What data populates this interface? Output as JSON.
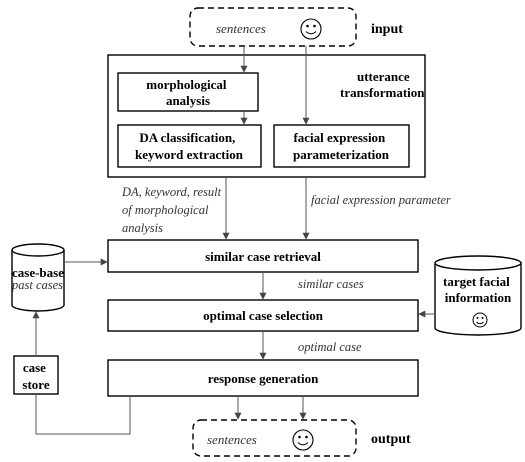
{
  "input_label": "input",
  "output_label": "output",
  "input_sentences": "sentences",
  "output_sentences": "sentences",
  "utterance_transformation": [
    "utterance",
    "transformation"
  ],
  "morphological_analysis": [
    "morphological",
    "analysis"
  ],
  "da_classification": [
    "DA classification,",
    "keyword extraction"
  ],
  "facial_parameterization": [
    "facial expression",
    "parameterization"
  ],
  "da_keyword_result": [
    "DA, keyword, result",
    "of morphological",
    "analysis"
  ],
  "facial_expression_parameter": "facial expression parameter",
  "similar_case_retrieval": "similar case retrieval",
  "case_base": "case-base",
  "past_cases": "past cases",
  "similar_cases": "similar cases",
  "target_facial_information": [
    "target facial",
    "information"
  ],
  "optimal_case_selection": "optimal case selection",
  "optimal_case": "optimal case",
  "case_store": [
    "case",
    "store"
  ],
  "response_generation": "response generation",
  "icon_name": "smiley-face-icon"
}
